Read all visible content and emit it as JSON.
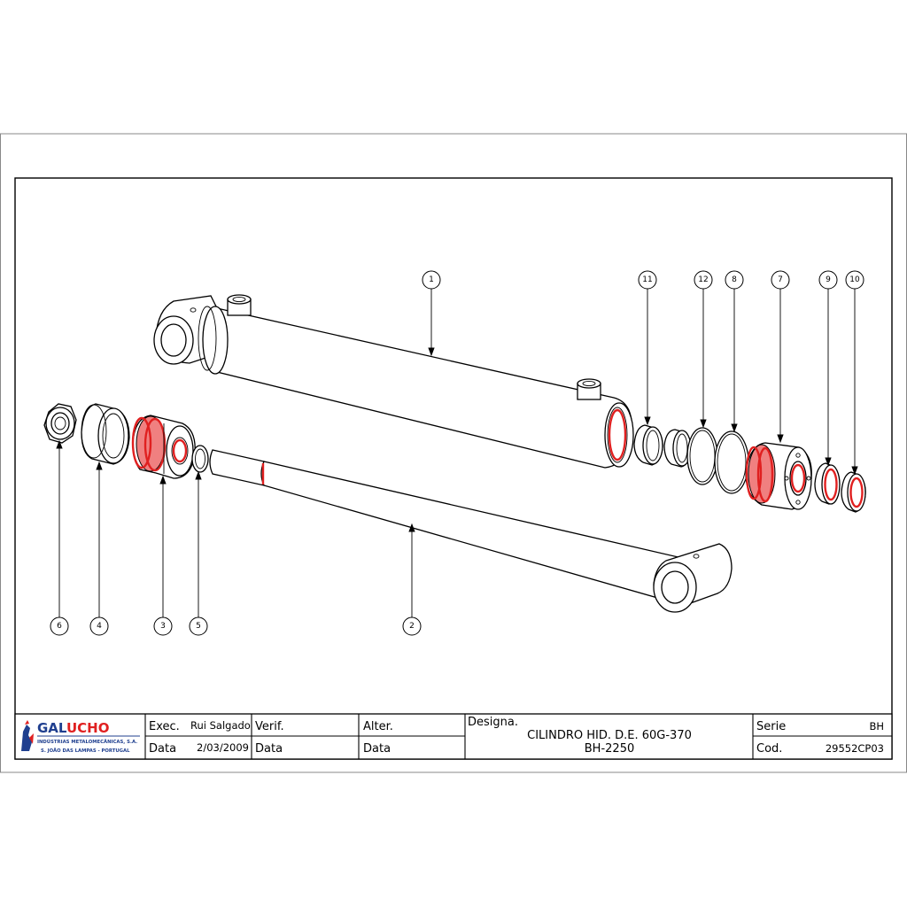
{
  "logo": {
    "name_part1": "GAL",
    "name_part2": "UCHO",
    "subtitle_1": "INDÚSTRIAS METALOMECÂNICAS, S.A.",
    "subtitle_2": "S. JOÃO DAS LAMPAS - PORTUGAL",
    "colors": {
      "blue": "#1f3f8f",
      "red": "#e02020"
    }
  },
  "title_block": {
    "exec_label": "Exec.",
    "exec_value": "Rui Salgado",
    "data_label_1": "Data",
    "data_value_1": "2/03/2009",
    "verif_label": "Verif.",
    "data_label_2": "Data",
    "alter_label": "Alter.",
    "data_label_3": "Data",
    "designa_label": "Designa.",
    "designation_line1": "CILINDRO HID. D.E. 60G-370",
    "designation_line2": "BH-2250",
    "serie_label": "Serie",
    "serie_value": "BH",
    "cod_label": "Cod.",
    "cod_value": "29552CP03"
  },
  "callouts": [
    "1",
    "11",
    "12",
    "8",
    "7",
    "9",
    "10",
    "6",
    "4",
    "3",
    "5",
    "2"
  ],
  "seal_color": "#e02020"
}
